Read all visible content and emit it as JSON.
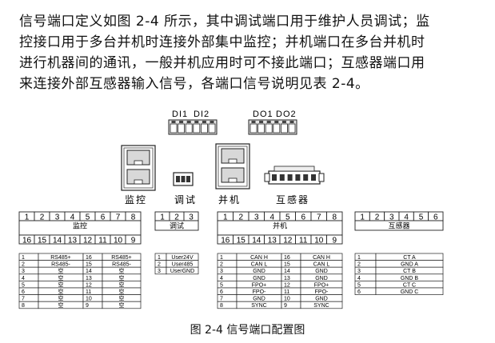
{
  "paragraph": [
    "信号端口定义如图 2-4 所示，其中调试端口用于维护人员调试；监",
    "控接口用于多台并机时连接外部集中监控；并机端口在多台并机时",
    "进行机器间的通讯，一般并机应用时可不接此端口；互感器端口用",
    "来连接外部互感器输入信号，各端口信号说明见表 2-4。"
  ],
  "connectors": {
    "di_labels": [
      "DI1",
      "DI2"
    ],
    "do_labels": [
      "DO1",
      "DO2"
    ],
    "port_labels": [
      "监控",
      "调试",
      "并机",
      "互感器"
    ]
  },
  "pin_tables": {
    "monitor": {
      "title": "监控",
      "top": [
        "1",
        "2",
        "3",
        "4",
        "5",
        "6",
        "7",
        "8"
      ],
      "bottom": [
        "16",
        "15",
        "14",
        "13",
        "12",
        "11",
        "10",
        "9"
      ]
    },
    "debug": {
      "title": "调试",
      "top": [
        "1",
        "2",
        "3"
      ]
    },
    "parallel": {
      "title": "并机",
      "top": [
        "1",
        "2",
        "3",
        "4",
        "5",
        "6",
        "7",
        "8"
      ],
      "bottom": [
        "16",
        "15",
        "14",
        "13",
        "12",
        "11",
        "10",
        "9"
      ]
    },
    "ct": {
      "title": "互感器",
      "top": [
        "1",
        "2",
        "3",
        "4",
        "5",
        "6"
      ]
    }
  },
  "signal_tables": {
    "monitor": [
      [
        "1",
        "RS485+",
        "16",
        "RS485+"
      ],
      [
        "2",
        "RS485-",
        "15",
        "RS485-"
      ],
      [
        "3",
        "空",
        "14",
        "空"
      ],
      [
        "4",
        "空",
        "13",
        "空"
      ],
      [
        "5",
        "空",
        "12",
        "空"
      ],
      [
        "6",
        "空",
        "11",
        "空"
      ],
      [
        "7",
        "空",
        "10",
        "空"
      ],
      [
        "8",
        "空",
        "9",
        "空"
      ]
    ],
    "debug": [
      [
        "1",
        "User24V"
      ],
      [
        "2",
        "User485"
      ],
      [
        "3",
        "UserGND"
      ]
    ],
    "parallel": [
      [
        "1",
        "CAN H",
        "16",
        "CAN H"
      ],
      [
        "2",
        "CAN L",
        "15",
        "CAN L"
      ],
      [
        "3",
        "GND",
        "14",
        "GND"
      ],
      [
        "4",
        "GND",
        "13",
        "GND"
      ],
      [
        "5",
        "FPO+",
        "12",
        "FPO+"
      ],
      [
        "6",
        "FPO-",
        "11",
        "FPO-"
      ],
      [
        "7",
        "GND",
        "10",
        "GND"
      ],
      [
        "8",
        "SYNC",
        "9",
        "SYNC"
      ]
    ],
    "ct": [
      [
        "1",
        "CT A"
      ],
      [
        "2",
        "GND A"
      ],
      [
        "3",
        "CT B"
      ],
      [
        "4",
        "GND B"
      ],
      [
        "5",
        "CT C"
      ],
      [
        "6",
        "GND C"
      ]
    ]
  },
  "caption": "图 2-4    信号端口配置图"
}
